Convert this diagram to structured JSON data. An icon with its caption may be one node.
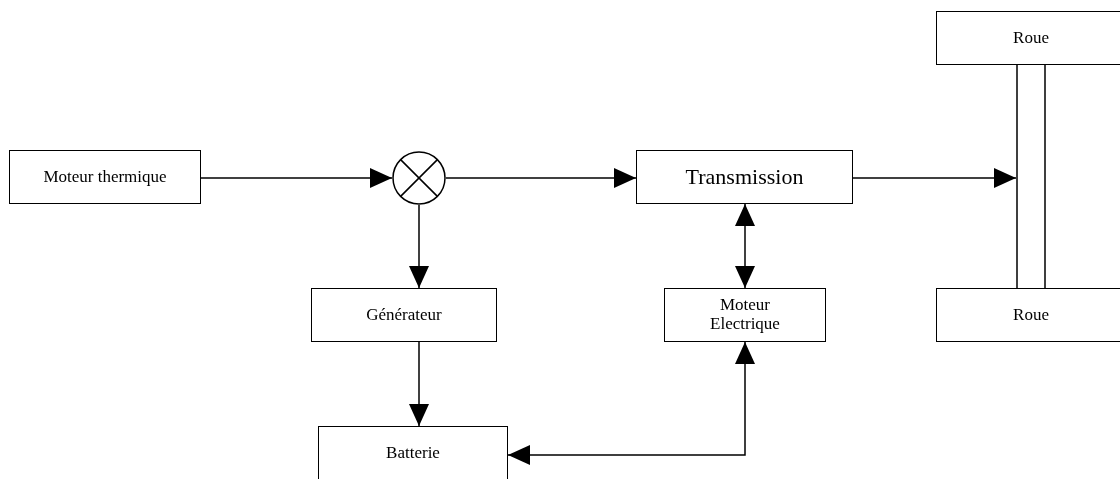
{
  "diagram": {
    "nodes": [
      {
        "text": [
          "Moteur thermique"
        ]
      },
      {
        "text": [],
        "shape": "circle"
      },
      {
        "text": [
          "Transmission"
        ]
      },
      {
        "text": [
          "Roue"
        ]
      },
      {
        "text": [
          "Roue"
        ]
      },
      {
        "text": [],
        "shape": "bar"
      },
      {
        "text": [
          "Générateur"
        ]
      },
      {
        "text": [
          "Moteur Electrique"
        ]
      },
      {
        "text": [
          "Batterie"
        ]
      }
    ],
    "edges": [
      {
        "from": 0,
        "to": 1,
        "arrow": "to"
      },
      {
        "from": 1,
        "to": 2,
        "arrow": "to"
      },
      {
        "from": 2,
        "to": 5,
        "arrow": "to"
      },
      {
        "from": 1,
        "to": 6,
        "arrow": "to"
      },
      {
        "from": 6,
        "to": 8,
        "arrow": "to"
      },
      {
        "from": 2,
        "to": 7,
        "arrow": "both"
      },
      {
        "from": 7,
        "to": 8,
        "arrow": "both"
      }
    ]
  }
}
